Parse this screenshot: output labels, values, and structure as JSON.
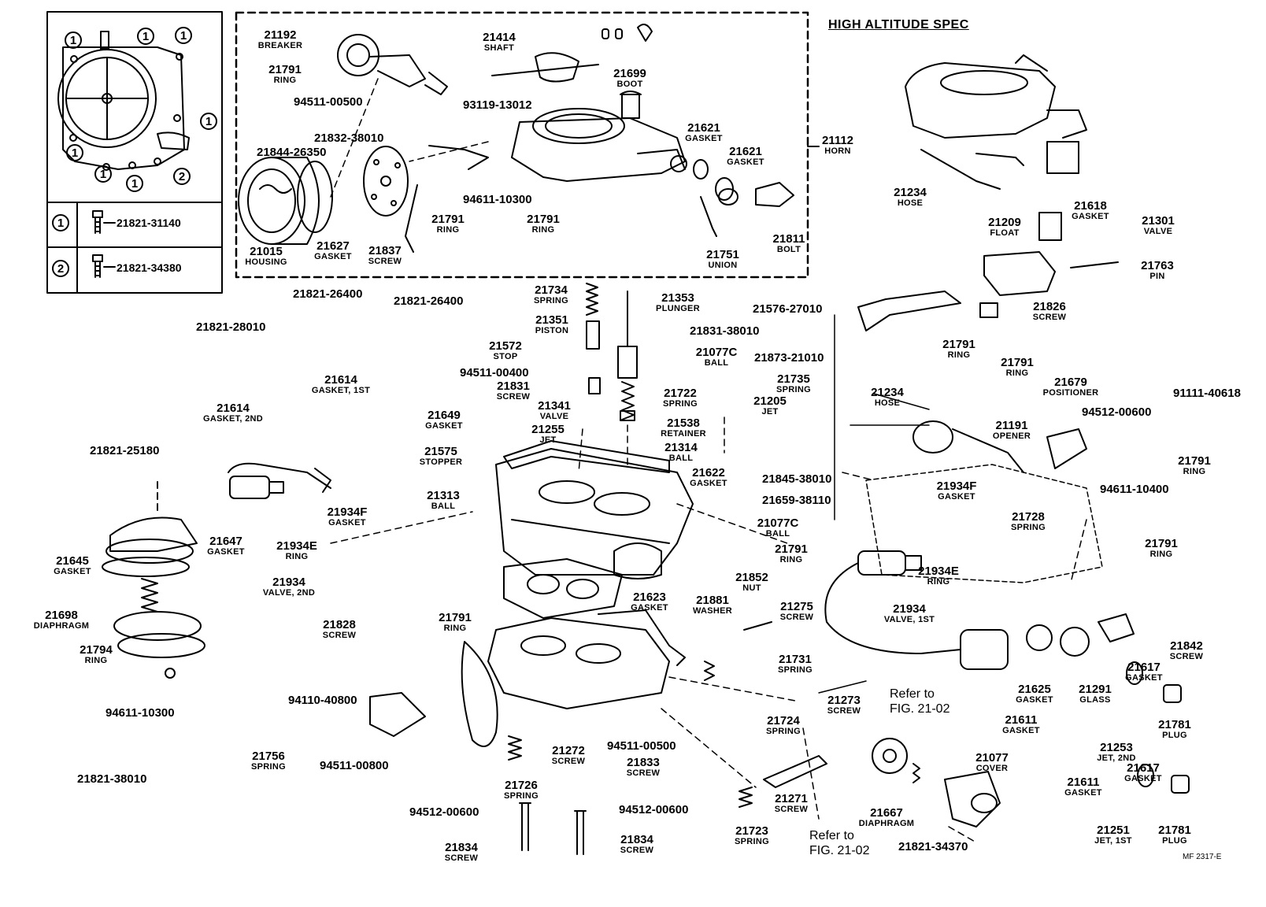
{
  "title": "HIGH ALTITUDE SPEC",
  "footer_code": "MF 2317-E",
  "legend": {
    "rows": [
      {
        "mark": "1",
        "part": "21821-31140"
      },
      {
        "mark": "2",
        "part": "21821-34380"
      }
    ]
  },
  "callouts": [
    {
      "number": "21192",
      "name": "BREAKER"
    },
    {
      "number": "21791",
      "name": "RING"
    },
    {
      "number": "21414",
      "name": "SHAFT"
    },
    {
      "number": "21699",
      "name": "BOOT"
    },
    {
      "number": "94511-00500",
      "name": ""
    },
    {
      "number": "93119-13012",
      "name": ""
    },
    {
      "number": "21832-38010",
      "name": ""
    },
    {
      "number": "21844-26350",
      "name": ""
    },
    {
      "number": "21621",
      "name": "GASKET"
    },
    {
      "number": "21621",
      "name": "GASKET"
    },
    {
      "number": "21112",
      "name": "HORN"
    },
    {
      "number": "94611-10300",
      "name": ""
    },
    {
      "number": "21791",
      "name": "RING"
    },
    {
      "number": "21791",
      "name": "RING"
    },
    {
      "number": "21015",
      "name": "HOUSING"
    },
    {
      "number": "21627",
      "name": "GASKET"
    },
    {
      "number": "21837",
      "name": "SCREW"
    },
    {
      "number": "21751",
      "name": "UNION"
    },
    {
      "number": "21811",
      "name": "BOLT"
    },
    {
      "number": "21234",
      "name": "HOSE"
    },
    {
      "number": "21618",
      "name": "GASKET"
    },
    {
      "number": "21301",
      "name": "VALVE"
    },
    {
      "number": "21209",
      "name": "FLOAT"
    },
    {
      "number": "21763",
      "name": "PIN"
    },
    {
      "number": "21821-26400",
      "name": ""
    },
    {
      "number": "21821-26400",
      "name": ""
    },
    {
      "number": "21821-28010",
      "name": ""
    },
    {
      "number": "21614",
      "name": "GASKET, 1ST"
    },
    {
      "number": "21614",
      "name": "GASKET, 2ND"
    },
    {
      "number": "21734",
      "name": "SPRING"
    },
    {
      "number": "21351",
      "name": "PISTON"
    },
    {
      "number": "21572",
      "name": "STOP"
    },
    {
      "number": "94511-00400",
      "name": ""
    },
    {
      "number": "21831",
      "name": "SCREW"
    },
    {
      "number": "21341",
      "name": "VALVE"
    },
    {
      "number": "21255",
      "name": "JET"
    },
    {
      "number": "21649",
      "name": "GASKET"
    },
    {
      "number": "21575",
      "name": "STOPPER"
    },
    {
      "number": "21313",
      "name": "BALL"
    },
    {
      "number": "21353",
      "name": "PLUNGER"
    },
    {
      "number": "21831-38010",
      "name": ""
    },
    {
      "number": "21077C",
      "name": "BALL"
    },
    {
      "number": "21722",
      "name": "SPRING"
    },
    {
      "number": "21538",
      "name": "RETAINER"
    },
    {
      "number": "21314",
      "name": "BALL"
    },
    {
      "number": "21205",
      "name": "JET"
    },
    {
      "number": "21622",
      "name": "GASKET"
    },
    {
      "number": "21845-38010",
      "name": ""
    },
    {
      "number": "21659-38110",
      "name": ""
    },
    {
      "number": "21077C",
      "name": "BALL"
    },
    {
      "number": "21576-27010",
      "name": ""
    },
    {
      "number": "21826",
      "name": "SCREW"
    },
    {
      "number": "21873-21010",
      "name": ""
    },
    {
      "number": "21735",
      "name": "SPRING"
    },
    {
      "number": "21234",
      "name": "HOSE"
    },
    {
      "number": "21791",
      "name": "RING"
    },
    {
      "number": "21791",
      "name": "RING"
    },
    {
      "number": "21679",
      "name": "POSITIONER"
    },
    {
      "number": "91111-40618",
      "name": ""
    },
    {
      "number": "94512-00600",
      "name": ""
    },
    {
      "number": "21191",
      "name": "OPENER"
    },
    {
      "number": "21934F",
      "name": "GASKET"
    },
    {
      "number": "94611-10400",
      "name": ""
    },
    {
      "number": "21791",
      "name": "RING"
    },
    {
      "number": "21728",
      "name": "SPRING"
    },
    {
      "number": "21791",
      "name": "RING"
    },
    {
      "number": "21791",
      "name": "RING"
    },
    {
      "number": "21934E",
      "name": "RING"
    },
    {
      "number": "21934",
      "name": "VALVE, 1ST"
    },
    {
      "number": "21821-25180",
      "name": ""
    },
    {
      "number": "21647",
      "name": "GASKET"
    },
    {
      "number": "21934F",
      "name": "GASKET"
    },
    {
      "number": "21934E",
      "name": "RING"
    },
    {
      "number": "21934",
      "name": "VALVE, 2ND"
    },
    {
      "number": "21645",
      "name": "GASKET"
    },
    {
      "number": "21698",
      "name": "DIAPHRAGM"
    },
    {
      "number": "21794",
      "name": "RING"
    },
    {
      "number": "94611-10300",
      "name": ""
    },
    {
      "number": "21828",
      "name": "SCREW"
    },
    {
      "number": "21791",
      "name": "RING"
    },
    {
      "number": "21623",
      "name": "GASKET"
    },
    {
      "number": "21881",
      "name": "WASHER"
    },
    {
      "number": "21852",
      "name": "NUT"
    },
    {
      "number": "21275",
      "name": "SCREW"
    },
    {
      "number": "21731",
      "name": "SPRING"
    },
    {
      "number": "21842",
      "name": "SCREW"
    },
    {
      "number": "21625",
      "name": "GASKET"
    },
    {
      "number": "21291",
      "name": "GLASS"
    },
    {
      "number": "21617",
      "name": "GASKET"
    },
    {
      "number": "21273",
      "name": "SCREW"
    },
    {
      "number": "21724",
      "name": "SPRING"
    },
    {
      "number": "21611",
      "name": "GASKET"
    },
    {
      "number": "21253",
      "name": "JET, 2ND"
    },
    {
      "number": "21781",
      "name": "PLUG"
    },
    {
      "number": "94110-40800",
      "name": ""
    },
    {
      "number": "94511-00800",
      "name": ""
    },
    {
      "number": "21272",
      "name": "SCREW"
    },
    {
      "number": "94511-00500",
      "name": ""
    },
    {
      "number": "21833",
      "name": "SCREW"
    },
    {
      "number": "21726",
      "name": "SPRING"
    },
    {
      "number": "21756",
      "name": "SPRING"
    },
    {
      "number": "21821-38010",
      "name": ""
    },
    {
      "number": "21271",
      "name": "SCREW"
    },
    {
      "number": "21723",
      "name": "SPRING"
    },
    {
      "number": "21667",
      "name": "DIAPHRAGM"
    },
    {
      "number": "21077",
      "name": "COVER"
    },
    {
      "number": "21611",
      "name": "GASKET"
    },
    {
      "number": "21617",
      "name": "GASKET"
    },
    {
      "number": "21251",
      "name": "JET, 1ST"
    },
    {
      "number": "21781",
      "name": "PLUG"
    },
    {
      "number": "94512-00600",
      "name": ""
    },
    {
      "number": "94512-00600",
      "name": ""
    },
    {
      "number": "21834",
      "name": "SCREW"
    },
    {
      "number": "21834",
      "name": "SCREW"
    },
    {
      "number": "21821-34370",
      "name": ""
    }
  ],
  "references": [
    {
      "line1": "Refer to",
      "line2": "FIG. 21-02"
    },
    {
      "line1": "Refer to",
      "line2": "FIG. 21-02"
    }
  ]
}
